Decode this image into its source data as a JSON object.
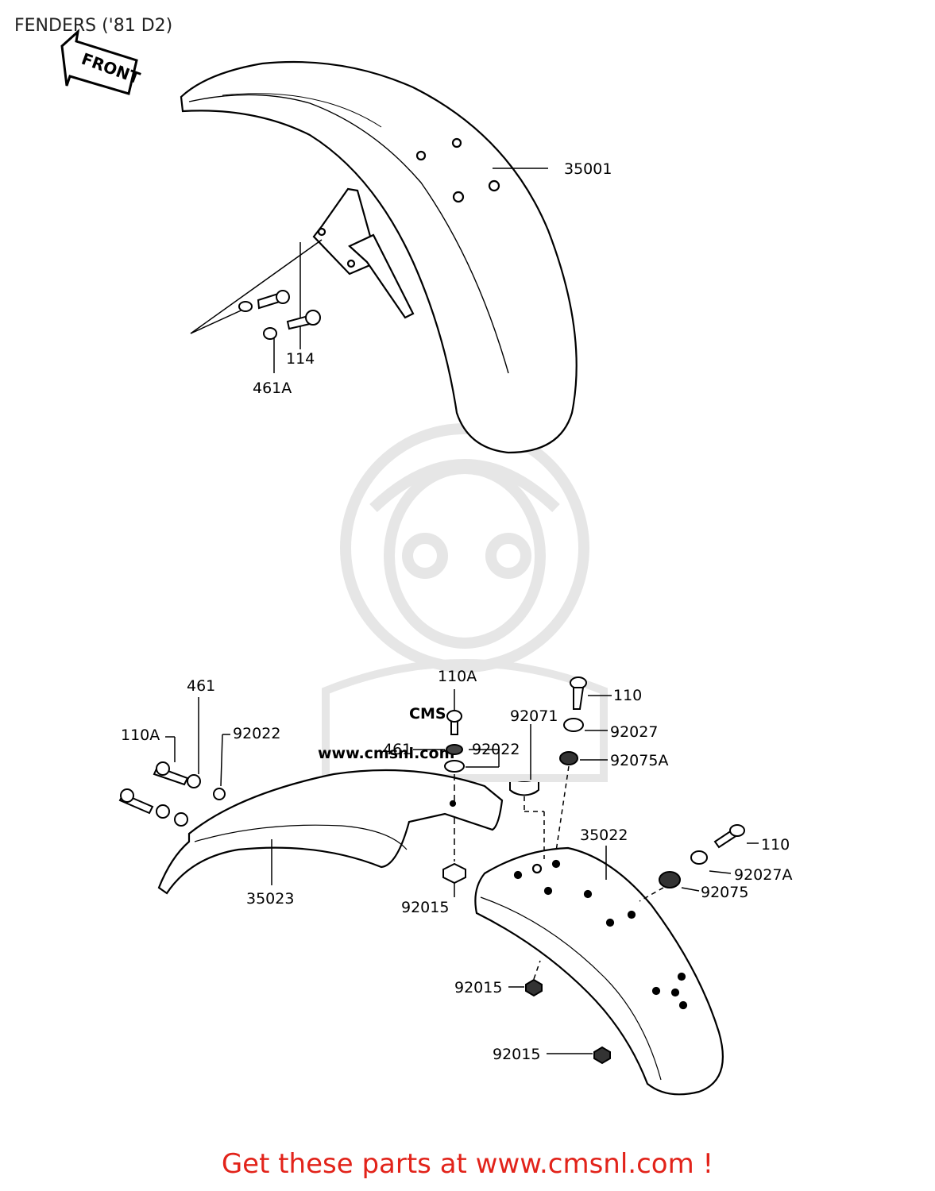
{
  "title": "FENDERS ('81 D2)",
  "front_label": "FRONT",
  "watermark_text": "CMS",
  "watermark_url": "www.cmsnl.com",
  "parts": {
    "front_fender": "35001",
    "bolt_114": "114",
    "washer_461A": "461A",
    "washer_461_left": "461",
    "bolt_110A_left": "110A",
    "collar_92022_left": "92022",
    "rear_fender_front": "35023",
    "bolt_110A_center": "110A",
    "washer_461_center": "461",
    "collar_92022_center": "92022",
    "nut_92015_center": "92015",
    "damper_92071": "92071",
    "bolt_110_top": "110",
    "collar_92027": "92027",
    "damper_92075A": "92075A",
    "rear_fender_rear": "35022",
    "bolt_110_right": "110",
    "collar_92027A": "92027A",
    "damper_92075": "92075",
    "nut_92015_lower": "92015",
    "nut_92015_bottom": "92015"
  },
  "footer": {
    "text": "Get these parts at www.cmsnl.com !"
  },
  "colors": {
    "footer_text": "#e2231a",
    "watermark": "#e6e6e6",
    "line": "#000000"
  }
}
